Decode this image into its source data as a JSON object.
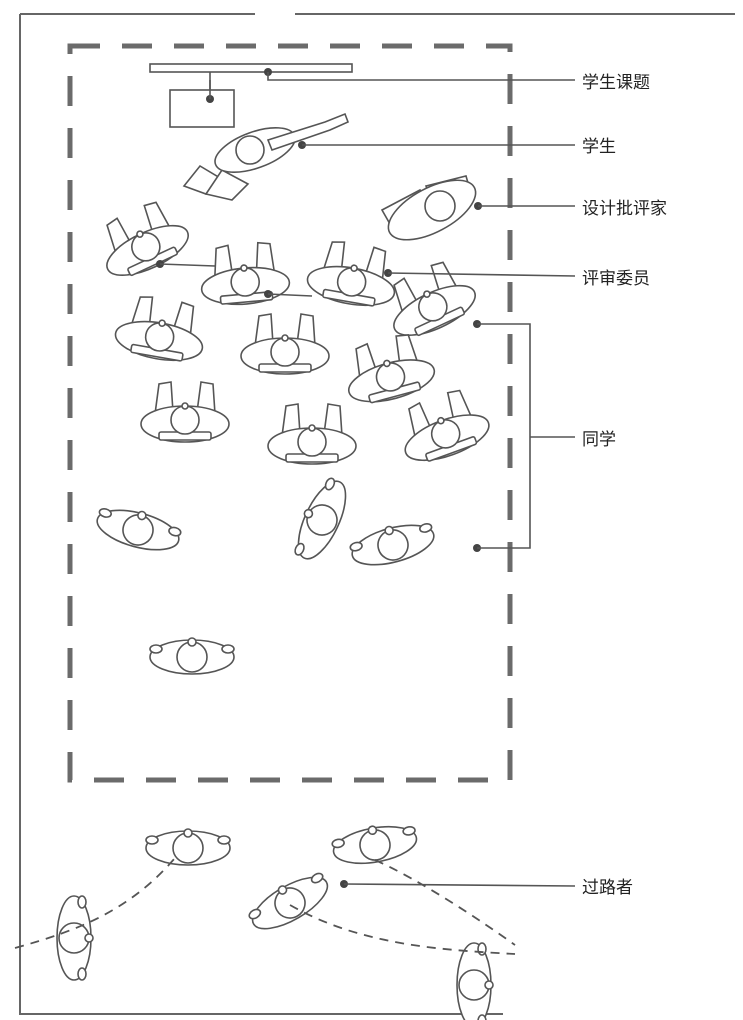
{
  "labels": {
    "topic": "学生课题",
    "student": "学生",
    "critic": "设计批评家",
    "jury": "评审委员",
    "classmates": "同学",
    "passersby": "过路者"
  },
  "colors": {
    "line": "#555555",
    "dashed_boundary": "#6b6b6b",
    "background": "#ffffff"
  }
}
